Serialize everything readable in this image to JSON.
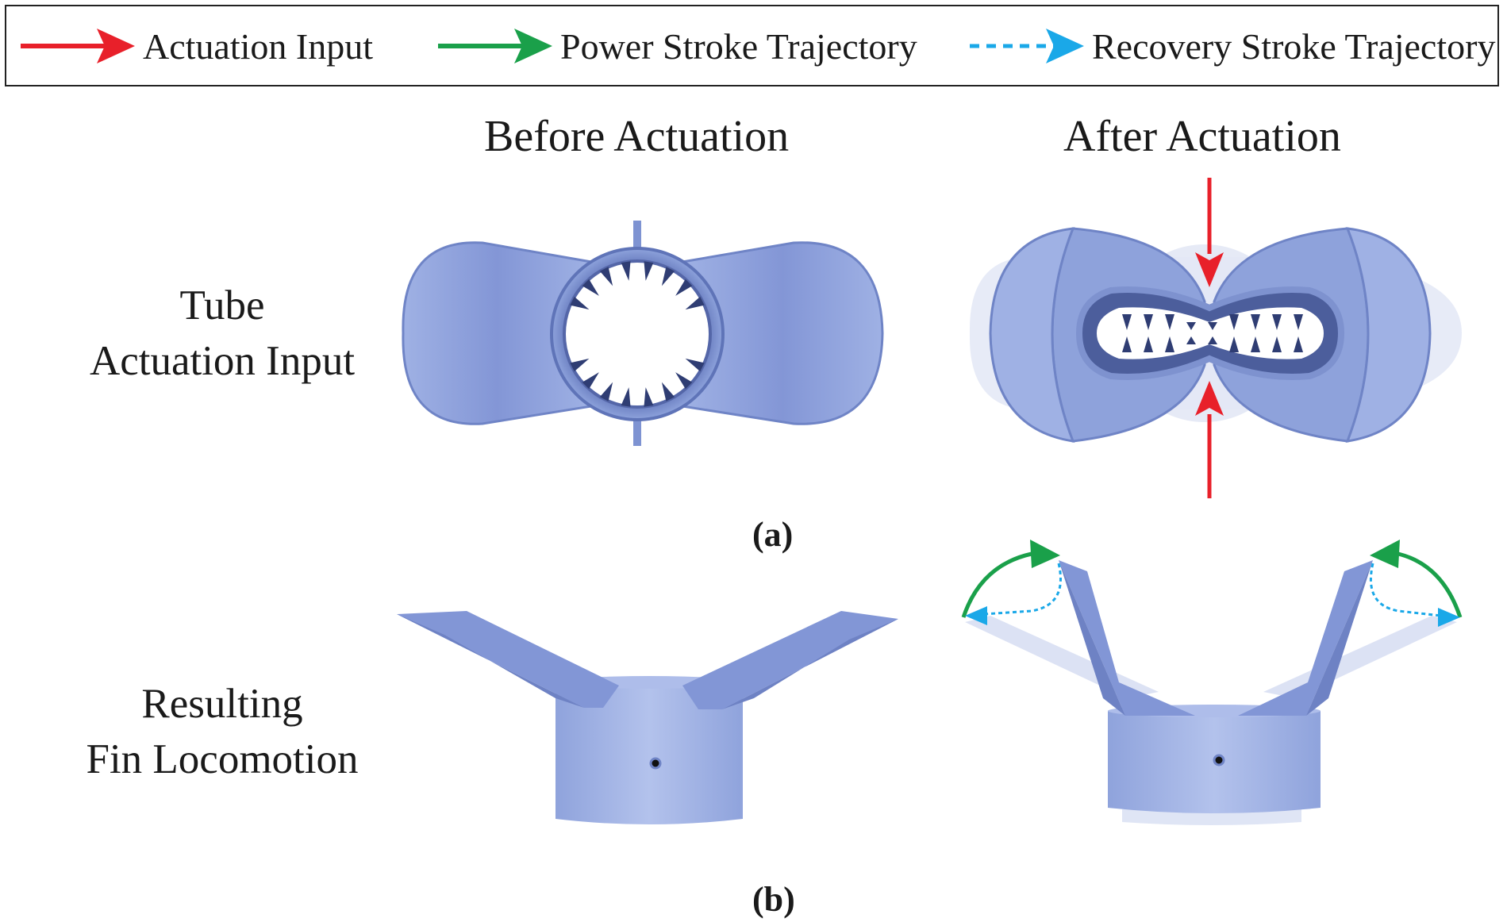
{
  "legend": {
    "items": [
      {
        "label": "Actuation Input",
        "color": "#e8202a",
        "style": "solid"
      },
      {
        "label": "Power Stroke Trajectory",
        "color": "#1aa04a",
        "style": "solid"
      },
      {
        "label": "Recovery Stroke Trajectory",
        "color": "#1aa8e8",
        "style": "dashed"
      }
    ]
  },
  "columns": {
    "before": "Before Actuation",
    "after": "After Actuation"
  },
  "rows": {
    "tube": {
      "line1": "Tube",
      "line2": "Actuation Input"
    },
    "fin": {
      "line1": "Resulting",
      "line2": "Fin Locomotion"
    }
  },
  "panels": {
    "a": "(a)",
    "b": "(b)"
  },
  "colors": {
    "body": "#8ea3dc",
    "body_dark": "#5f74b8",
    "ghost": "#c9d2ee"
  }
}
